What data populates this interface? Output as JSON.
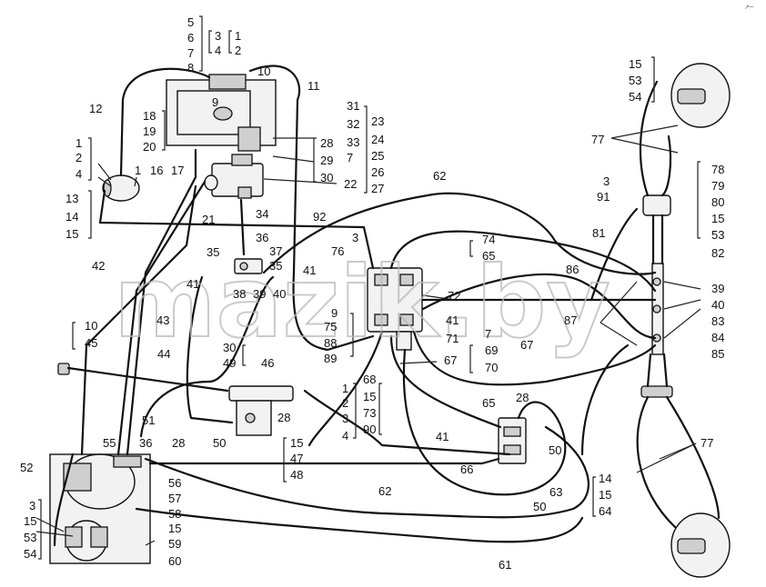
{
  "watermark": "mazik.by",
  "corner_mark": "↗─",
  "labels": {
    "n5": "5",
    "n6": "6",
    "n7a": "7",
    "n8": "8",
    "n3a": "3",
    "n4a": "4",
    "n1a": "1",
    "n2a": "2",
    "n10a": "10",
    "n9a": "9",
    "n11": "11",
    "n12": "12",
    "n18": "18",
    "n19": "19",
    "n20": "20",
    "n31": "31",
    "n32": "32",
    "n33": "33",
    "n23": "23",
    "n24": "24",
    "n25": "25",
    "n26": "26",
    "n27": "27",
    "n28a": "28",
    "n29": "29",
    "n30a": "30",
    "n7b": "7",
    "n22": "22",
    "n1b": "1",
    "n2b": "2",
    "n4b": "4",
    "n1c": "1",
    "n16": "16",
    "n17": "17",
    "n13": "13",
    "n14a": "14",
    "n15a": "15",
    "n21": "21",
    "n34": "34",
    "n92": "92",
    "n62a": "62",
    "n15b": "15",
    "n53a": "53",
    "n54a": "54",
    "n77a": "77",
    "n78": "78",
    "n79": "79",
    "n80": "80",
    "n15c": "15",
    "n53b": "53",
    "n82": "82",
    "n3b": "3",
    "n91": "91",
    "n81": "81",
    "n86": "86",
    "n39": "39",
    "n40a": "40",
    "n83": "83",
    "n84": "84",
    "n85": "85",
    "n87": "87",
    "n67a": "67",
    "n36a": "36",
    "n37": "37",
    "n35a": "35",
    "n35b": "35",
    "n38": "38",
    "n39b": "39",
    "n40b": "40",
    "n3c": "3",
    "n74": "74",
    "n65a": "65",
    "n76": "76",
    "n41a": "41",
    "n72": "72",
    "n9b": "9",
    "n75": "75",
    "n88": "88",
    "n89": "89",
    "n41b": "41",
    "n71": "71",
    "n7c": "7",
    "n69": "69",
    "n70": "70",
    "n42": "42",
    "n41c": "41",
    "n43": "43",
    "n10b": "10",
    "n45": "45",
    "n44": "44",
    "n30b": "30",
    "n49": "49",
    "n46": "46",
    "n28b": "28",
    "n51": "51",
    "n50a": "50",
    "n15d": "15",
    "n47": "47",
    "n48": "48",
    "n1d": "1",
    "n68": "68",
    "n2c": "2",
    "n15e": "15",
    "n3d": "3",
    "n73": "73",
    "n4c": "4",
    "n90": "90",
    "n67b": "67",
    "n65b": "65",
    "n28c": "28",
    "n41d": "41",
    "n50b": "50",
    "n66": "66",
    "n63": "63",
    "n50c": "50",
    "n14b": "14",
    "n15f": "15",
    "n64": "64",
    "n62b": "62",
    "n61": "61",
    "n77b": "77",
    "n52": "52",
    "n55": "55",
    "n36b": "36",
    "n28d": "28",
    "n56": "56",
    "n57": "57",
    "n58": "58",
    "n3e": "3",
    "n15g": "15",
    "n53c": "53",
    "n54b": "54",
    "n15h": "15",
    "n59": "59",
    "n60": "60"
  }
}
